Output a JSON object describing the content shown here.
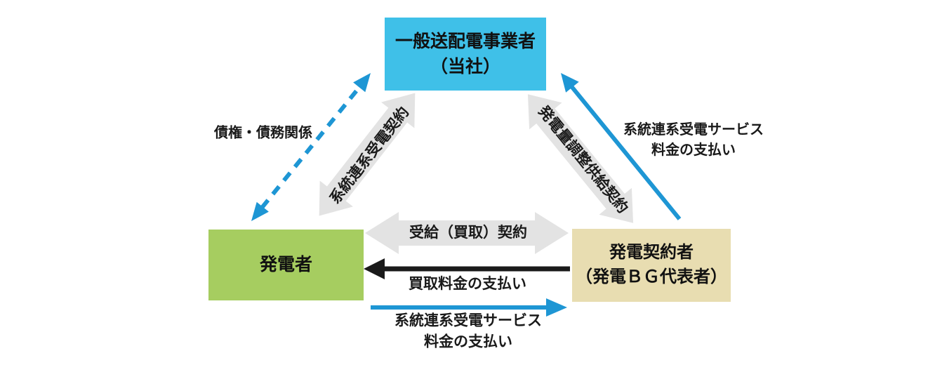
{
  "diagram": {
    "colors": {
      "node_grid_operator": "#3fc0e8",
      "node_generator": "#a6cd60",
      "node_contractor": "#e8ddb1",
      "arrow_gray": "#e3e3e3",
      "arrow_blue": "#1e96d4",
      "arrow_black": "#1a1a1a",
      "text": "#1a1a1a"
    },
    "nodes": {
      "grid_operator": {
        "line1": "一般送配電事業者",
        "line2": "（当社）"
      },
      "generator": {
        "label": "発電者"
      },
      "contractor": {
        "line1": "発電契約者",
        "line2": "（発電ＢＧ代表者）"
      }
    },
    "edges": {
      "credit_debt": {
        "label": "債権・債務関係",
        "type": "dashed-blue-double-arrow"
      },
      "grid_reception_contract": {
        "label": "系統連系受電契約",
        "type": "gray-double-arrow"
      },
      "gen_adjust_supply_contract": {
        "label": "発電量調整供給契約",
        "type": "gray-double-arrow"
      },
      "service_fee_right": {
        "line1": "系統連系受電サービス",
        "line2": "料金の支払い",
        "type": "blue-arrow-up"
      },
      "purchase_contract": {
        "label": "受給（買取）契約",
        "type": "gray-double-arrow"
      },
      "purchase_fee": {
        "label": "買取料金の支払い",
        "type": "black-arrow-left"
      },
      "service_fee_bottom": {
        "line1": "系統連系受電サービス",
        "line2": "料金の支払い",
        "type": "blue-arrow-right"
      }
    }
  }
}
